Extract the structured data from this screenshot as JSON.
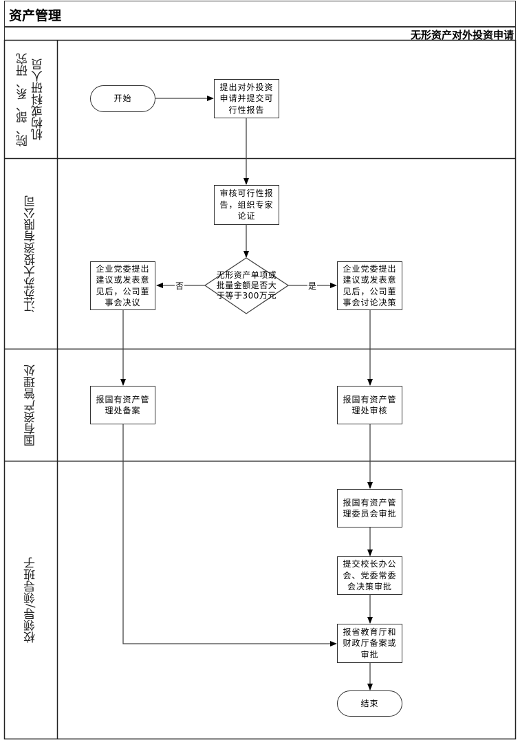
{
  "header": {
    "title": "资产管理",
    "subtitle": "无形资产对外投资申请"
  },
  "lanes": [
    {
      "id": "lane-departments",
      "label": "院、部、系、研究\n机构或科研人员"
    },
    {
      "id": "lane-company",
      "label": "江苏苏大投资有限公司"
    },
    {
      "id": "lane-asset-office",
      "label": "国有资产管理处"
    },
    {
      "id": "lane-leadership",
      "label": "校领导/领导班子"
    }
  ],
  "nodes": {
    "start": {
      "text": "开始",
      "type": "terminal"
    },
    "submit_application": {
      "text": "提出对外投资\n申请并提交可\n行性报告",
      "type": "process"
    },
    "review_feasibility": {
      "text": "审核可行性报\n告，组织专家\n论证",
      "type": "process"
    },
    "decision_amount": {
      "text": "无形资产单项或\n批量金额是否大\n于等于300万元",
      "type": "decision"
    },
    "board_resolution": {
      "text": "企业党委提出\n建议或发表意\n见后，公司董\n事会决议",
      "type": "process"
    },
    "board_discussion": {
      "text": "企业党委提出\n建议或发表意\n见后，公司董\n事会讨论决策",
      "type": "process"
    },
    "report_filing": {
      "text": "报国有资产管\n理处备案",
      "type": "process"
    },
    "report_review": {
      "text": "报国有资产管\n理处审核",
      "type": "process"
    },
    "committee_approval": {
      "text": "报国有资产管\n理委员会审批",
      "type": "process"
    },
    "president_office": {
      "text": "提交校长办公\n会、党委常委\n会决策审批",
      "type": "process"
    },
    "provincial_filing": {
      "text": "报省教育厅和\n财政厅备案或\n审批",
      "type": "process"
    },
    "end": {
      "text": "结束",
      "type": "terminal"
    }
  },
  "edges": {
    "no_label": "否",
    "yes_label": "是"
  }
}
